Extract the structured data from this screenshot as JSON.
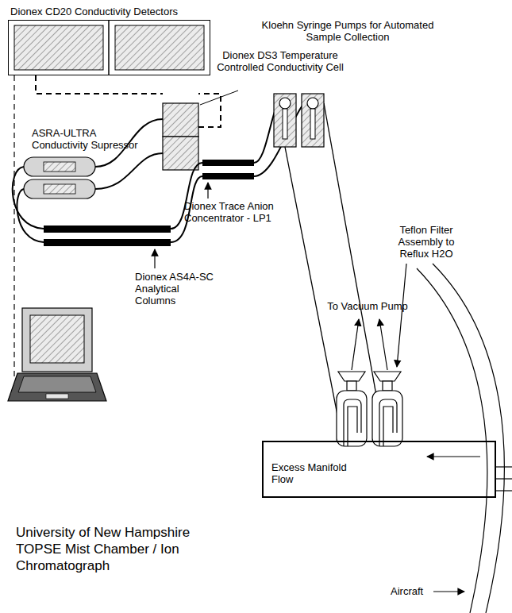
{
  "diagram": {
    "title": "University of New Hampshire TOPSE Mist Chamber / Ion Chromatograph",
    "nodes": [
      {
        "text": [
          "Dionex CD20 Conductivity Detectors"
        ]
      },
      {
        "text": [
          "Excess Manifold Flow"
        ]
      }
    ],
    "labels": [
      "Dionex DS3 Temperature Controlled Conductivity Cell",
      "Kloehn Syringe Pumps for Automated Sample Collection",
      "ASRA-ULTRA Conductivity Supressor",
      "Dionex Trace Anion Concentrator - LP1",
      "Teflon Filter Assembly to Reflux H2O",
      "To Vacuum Pump",
      "Dionex AS4A-SC Analytical Columns",
      "Aircraft"
    ]
  }
}
